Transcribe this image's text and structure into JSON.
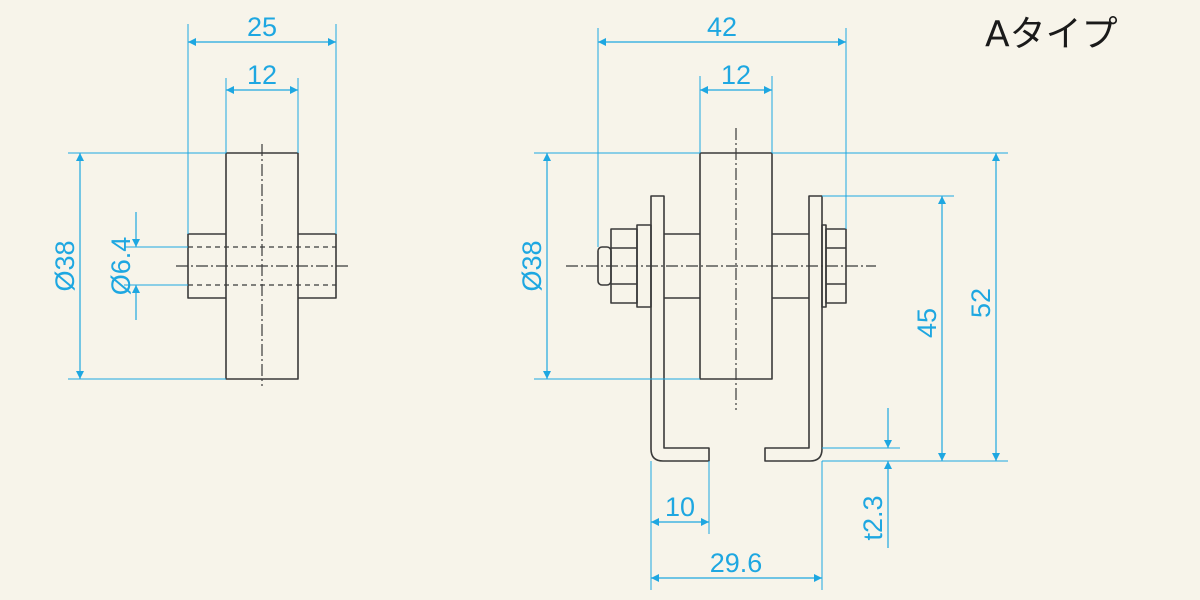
{
  "type_label": "Aタイプ",
  "left_view": {
    "overall_width": "25",
    "wheel_width": "12",
    "wheel_diameter": "Ø38",
    "axle_diameter": "Ø6.4"
  },
  "right_view": {
    "overall_width": "42",
    "wheel_width": "12",
    "wheel_diameter": "Ø38",
    "axle_height": "45",
    "overall_height": "52",
    "foot_length": "10",
    "bracket_span": "29.6",
    "plate_thickness": "t2.3"
  },
  "colors": {
    "dimension": "#1ea7e1",
    "part_outline": "#3a3a3a",
    "background": "#f7f4ea"
  }
}
